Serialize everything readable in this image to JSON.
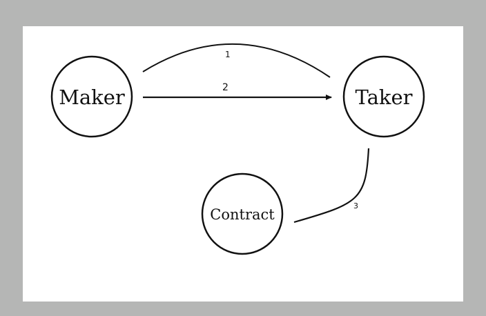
{
  "nodes": {
    "maker": {
      "label": "Maker"
    },
    "taker": {
      "label": "Taker"
    },
    "contract": {
      "label": "Contract"
    }
  },
  "edges": {
    "edge1": {
      "label": "1"
    },
    "edge2": {
      "label": "2"
    },
    "edge3": {
      "label": "3"
    }
  }
}
